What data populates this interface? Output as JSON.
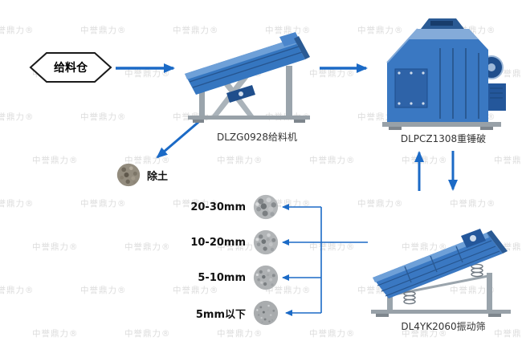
{
  "watermark": {
    "text": "中誉鼎力®"
  },
  "nodes": {
    "bin": {
      "label": "给料仓"
    },
    "feeder": {
      "label": "DLZG0928给料机"
    },
    "crusher": {
      "label": "DLPCZ1308重锤破"
    },
    "screen": {
      "label": "DL4YK2060振动筛"
    },
    "soil": {
      "label": "除土"
    }
  },
  "fractions": [
    {
      "label": "20-30mm"
    },
    {
      "label": "10-20mm"
    },
    {
      "label": "5-10mm"
    },
    {
      "label": "5mm以下"
    }
  ],
  "colors": {
    "arrow": "#1b6ac6",
    "machine_blue": "#3a78c2",
    "watermark": "#dcdcdc",
    "text": "#333333"
  }
}
